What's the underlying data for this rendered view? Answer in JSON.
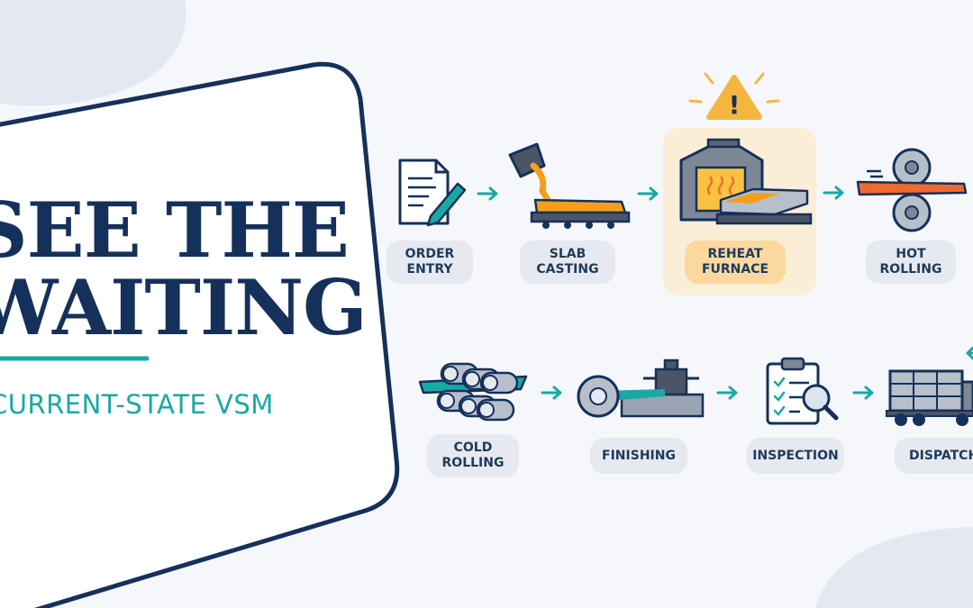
{
  "headline": {
    "line1": "SEE THE",
    "line2": "WAITING",
    "subtitle": "CURRENT-STATE VSM"
  },
  "colors": {
    "navy": "#15305a",
    "teal": "#19a9a3",
    "amber": "#f4b63e",
    "pill": "#e6e9ef",
    "highlight_bg": "#fbeed7"
  },
  "stages": [
    {
      "label": "ORDER\nENTRY",
      "icon": "document-pen-icon"
    },
    {
      "label": "SLAB\nCASTING",
      "icon": "ladle-caster-icon"
    },
    {
      "label": "REHEAT\nFURNACE",
      "icon": "furnace-icon",
      "highlighted": true
    },
    {
      "label": "HOT\nROLLING",
      "icon": "rolling-mill-icon"
    },
    {
      "label": "COLD\nROLLING",
      "icon": "coils-icon"
    },
    {
      "label": "FINISHING",
      "icon": "finishing-line-icon"
    },
    {
      "label": "INSPECTION",
      "icon": "clipboard-magnifier-icon"
    },
    {
      "label": "DISPATCH",
      "icon": "truck-icon"
    }
  ],
  "alert": {
    "symbol": "!",
    "icon": "warning-icon"
  }
}
